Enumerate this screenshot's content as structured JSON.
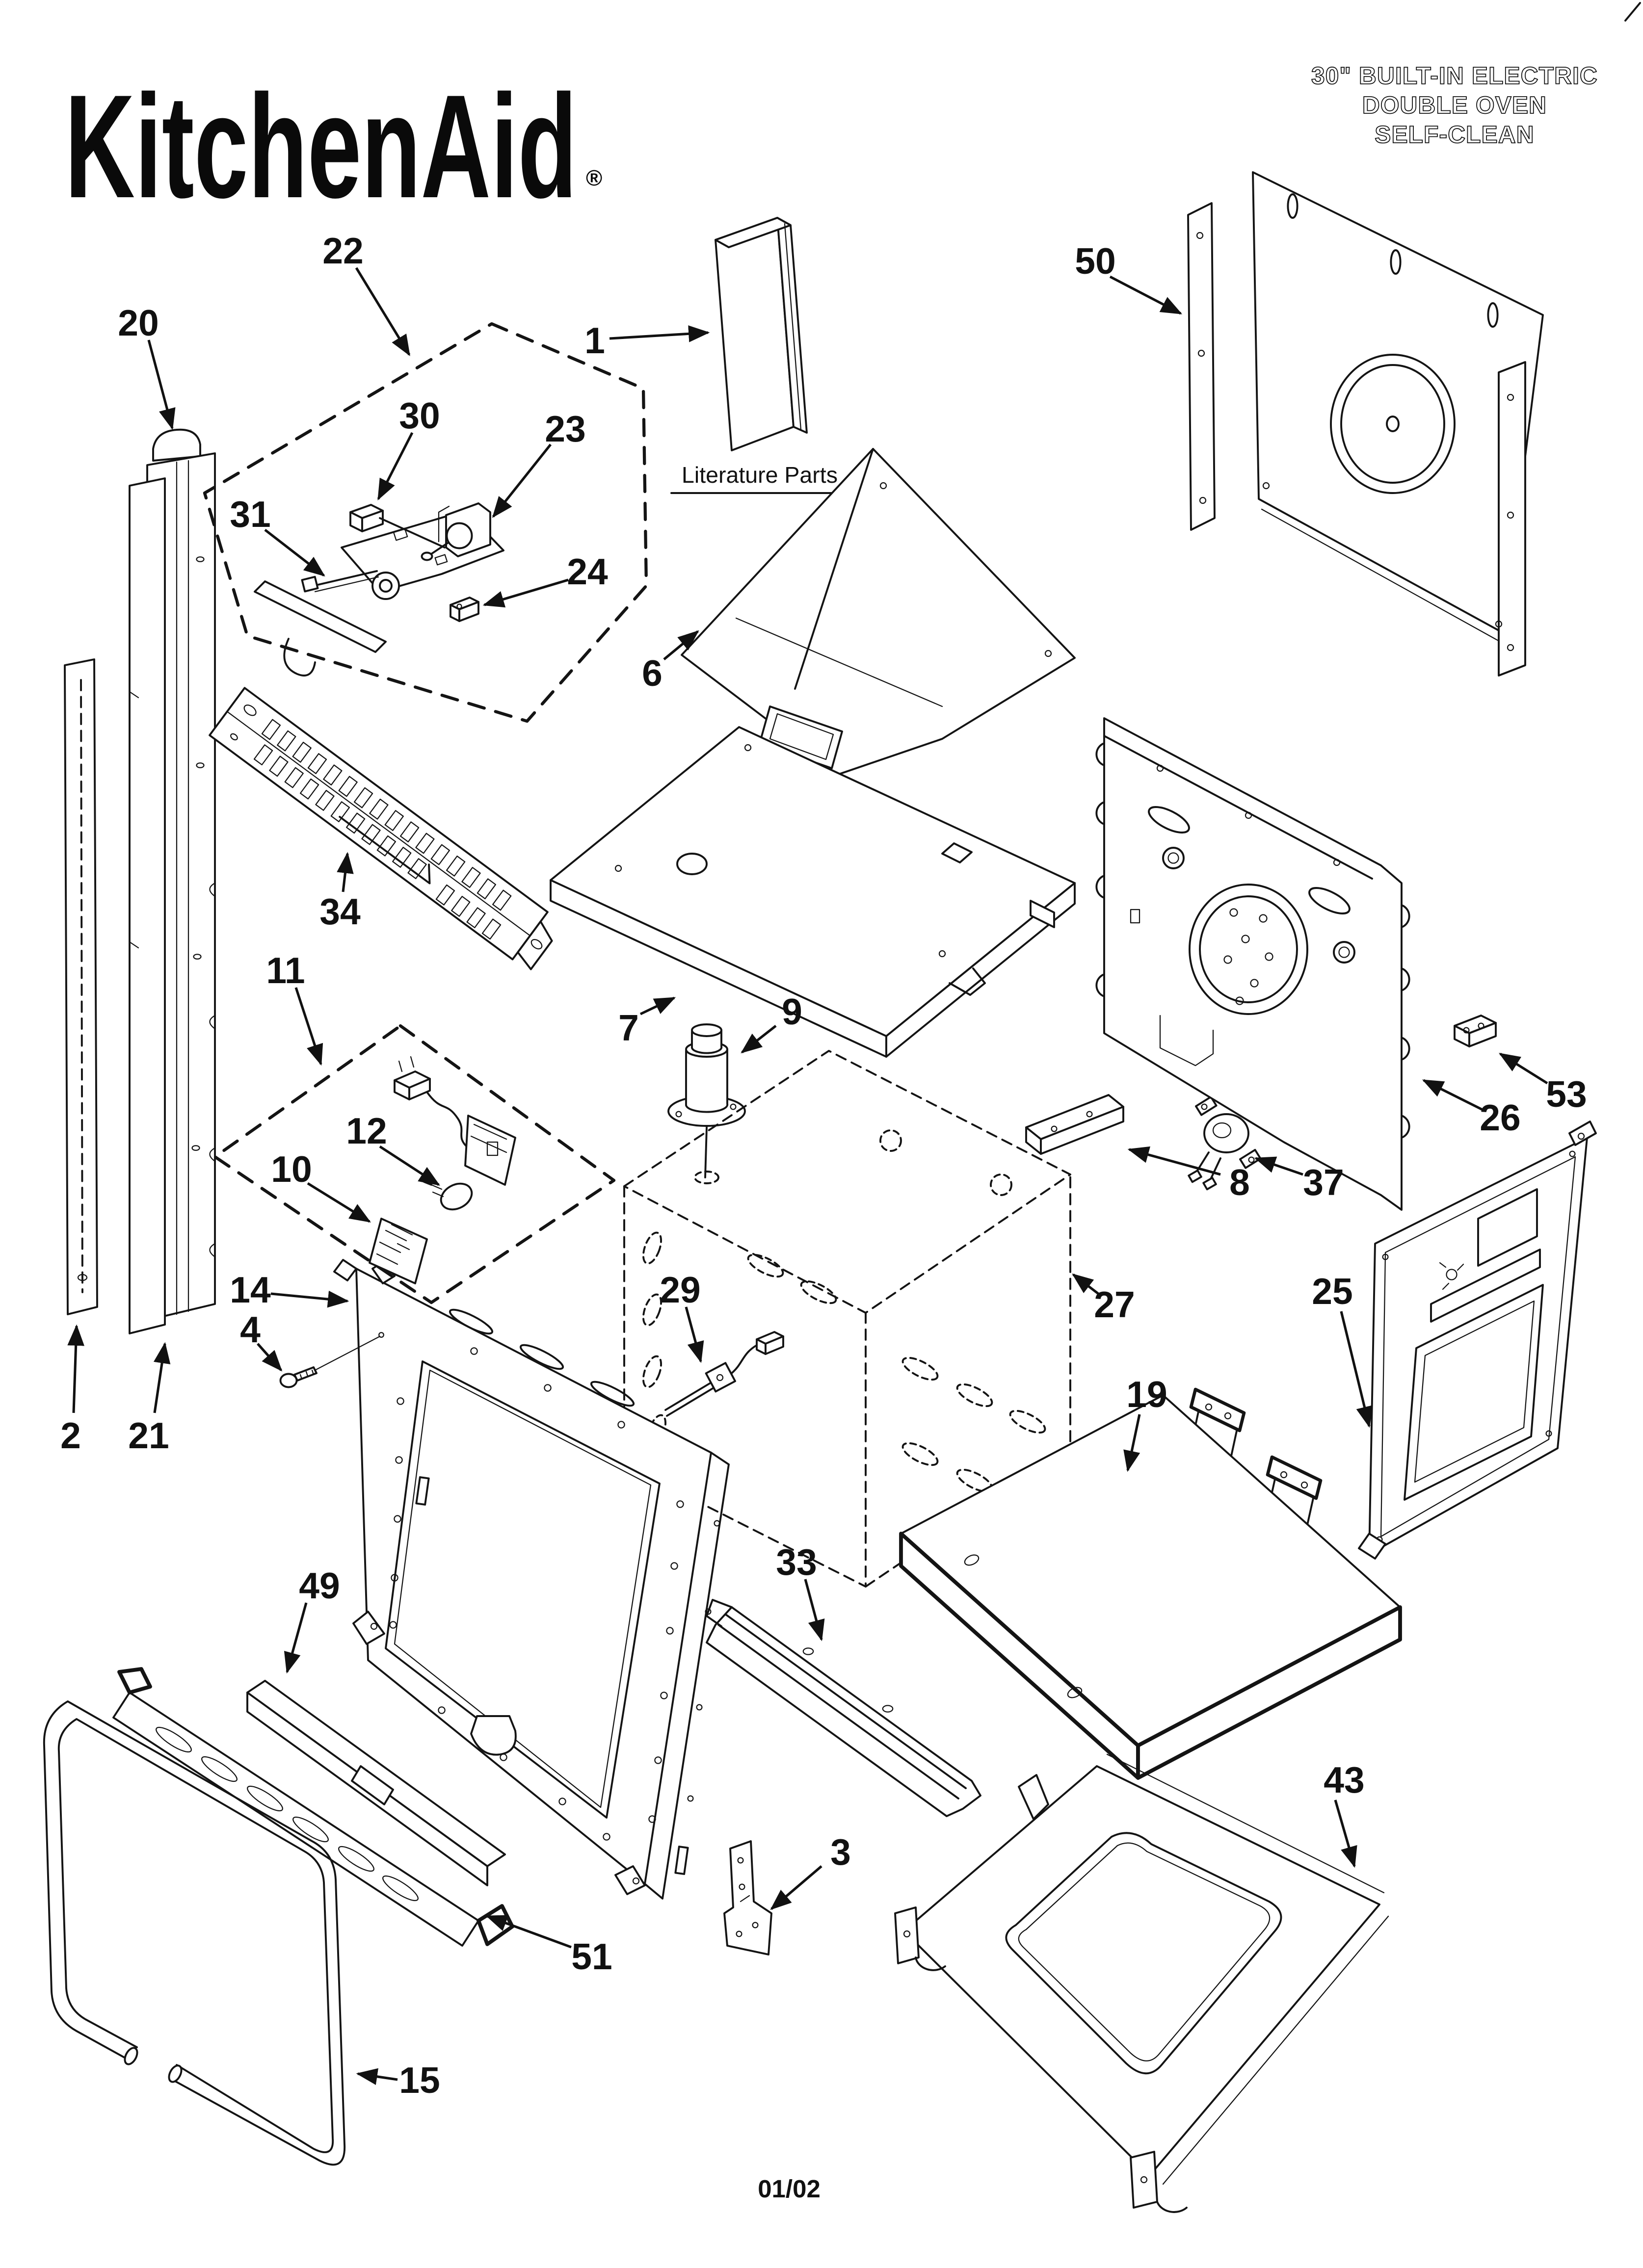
{
  "page": {
    "brand": "KitchenAid",
    "brand_reg": "®",
    "title_line1": "30\" BUILT-IN ELECTRIC",
    "title_line2": "DOUBLE OVEN",
    "title_line3": "SELF-CLEAN",
    "literature_label": "Literature Parts",
    "footer_date": "01/02"
  },
  "colors": {
    "ink": "#141414",
    "paper": "#ffffff"
  },
  "callouts": {
    "c1": "1",
    "c2": "2",
    "c3": "3",
    "c4": "4",
    "c6": "6",
    "c7": "7",
    "c8": "8",
    "c9": "9",
    "c10": "10",
    "c11": "11",
    "c12": "12",
    "c14": "14",
    "c15": "15",
    "c19": "19",
    "c20": "20",
    "c21": "21",
    "c22": "22",
    "c23": "23",
    "c24": "24",
    "c25": "25",
    "c26": "26",
    "c27": "27",
    "c29": "29",
    "c30": "30",
    "c31": "31",
    "c33": "33",
    "c34": "34",
    "c37": "37",
    "c43": "43",
    "c49": "49",
    "c50": "50",
    "c51": "51",
    "c53": "53"
  }
}
